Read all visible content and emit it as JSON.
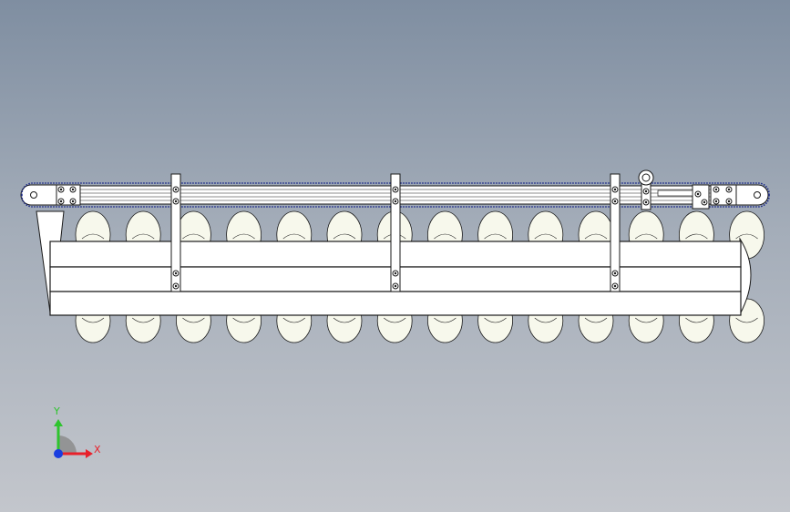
{
  "viewport": {
    "background_top": "#7f8ea1",
    "background_bottom": "#c3c6cc"
  },
  "model": {
    "part_fill": "#ffffff",
    "roller_fill": "#f7f8ec",
    "edge_color": "#1a1a1a",
    "chain_color": "#1c2a8a",
    "roller_count_top": 14,
    "roller_count_bottom": 14,
    "vertical_bracket_count": 3
  },
  "triad": {
    "x_label": "X",
    "y_label": "Y",
    "x_color": "#e8202a",
    "y_color": "#2ec42e",
    "z_color": "#1a3ee0"
  }
}
